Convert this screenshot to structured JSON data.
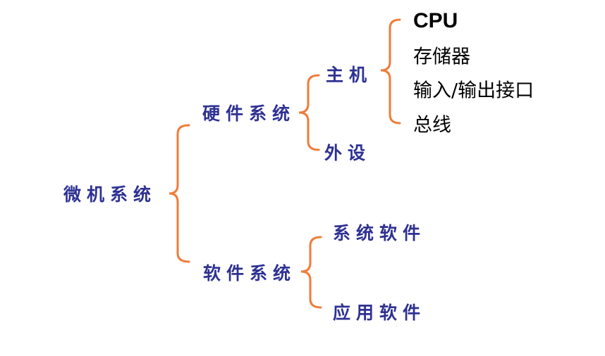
{
  "colors": {
    "node_text": "#2E3192",
    "brace": "#F07C3A",
    "leaf_text": "#000000"
  },
  "root": {
    "label": "微机系统"
  },
  "hardware": {
    "label": "硬件系统",
    "children": [
      "主机",
      "外设"
    ]
  },
  "host": {
    "children": [
      "CPU",
      "存储器",
      "输入/输出接口",
      "总线"
    ]
  },
  "software": {
    "label": "软件系统",
    "children": [
      "系统软件",
      "应用软件"
    ]
  }
}
